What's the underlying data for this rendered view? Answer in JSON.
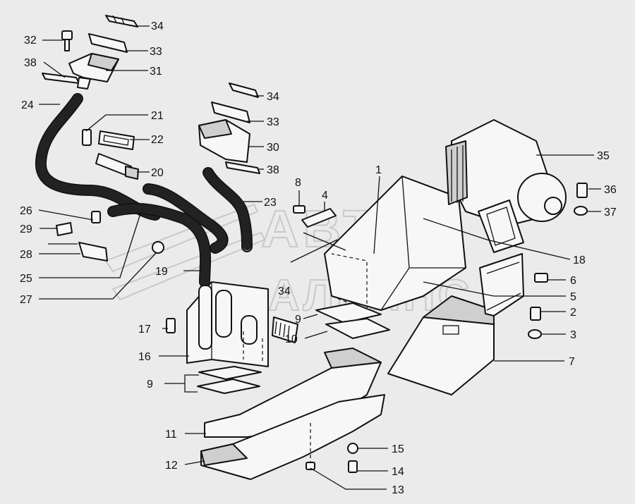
{
  "watermark": {
    "line1": "АВТО",
    "line2": "АЛЬЯНС"
  },
  "callouts": [
    {
      "id": "34a",
      "text": "34"
    },
    {
      "id": "33a",
      "text": "33"
    },
    {
      "id": "32",
      "text": "32"
    },
    {
      "id": "31",
      "text": "31"
    },
    {
      "id": "38a",
      "text": "38"
    },
    {
      "id": "24",
      "text": "24"
    },
    {
      "id": "21",
      "text": "21"
    },
    {
      "id": "22",
      "text": "22"
    },
    {
      "id": "20",
      "text": "20"
    },
    {
      "id": "34b",
      "text": "34"
    },
    {
      "id": "33b",
      "text": "33"
    },
    {
      "id": "30",
      "text": "30"
    },
    {
      "id": "38b",
      "text": "38"
    },
    {
      "id": "23",
      "text": "23"
    },
    {
      "id": "26",
      "text": "26"
    },
    {
      "id": "29",
      "text": "29"
    },
    {
      "id": "28",
      "text": "28"
    },
    {
      "id": "25",
      "text": "25"
    },
    {
      "id": "27",
      "text": "27"
    },
    {
      "id": "19",
      "text": "19"
    },
    {
      "id": "34c",
      "text": "34"
    },
    {
      "id": "17",
      "text": "17"
    },
    {
      "id": "16",
      "text": "16"
    },
    {
      "id": "9a",
      "text": "9"
    },
    {
      "id": "10",
      "text": "10"
    },
    {
      "id": "9b",
      "text": "9"
    },
    {
      "id": "8",
      "text": "8"
    },
    {
      "id": "4",
      "text": "4"
    },
    {
      "id": "1",
      "text": "1"
    },
    {
      "id": "35",
      "text": "35"
    },
    {
      "id": "36",
      "text": "36"
    },
    {
      "id": "37",
      "text": "37"
    },
    {
      "id": "18",
      "text": "18"
    },
    {
      "id": "6",
      "text": "6"
    },
    {
      "id": "5",
      "text": "5"
    },
    {
      "id": "2",
      "text": "2"
    },
    {
      "id": "3",
      "text": "3"
    },
    {
      "id": "7",
      "text": "7"
    },
    {
      "id": "11",
      "text": "11"
    },
    {
      "id": "12",
      "text": "12"
    },
    {
      "id": "15",
      "text": "15"
    },
    {
      "id": "14",
      "text": "14"
    },
    {
      "id": "13",
      "text": "13"
    }
  ]
}
